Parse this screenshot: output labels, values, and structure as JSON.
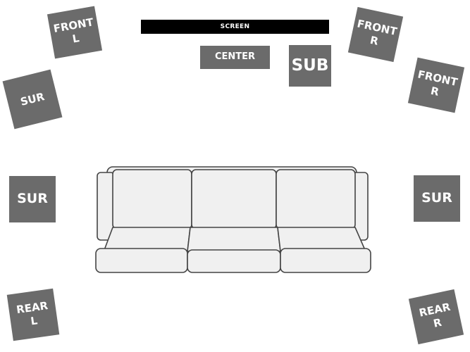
{
  "screen": {
    "label": "SCREEN"
  },
  "speakers": {
    "front_left": {
      "line1": "FRONT",
      "line2": "L"
    },
    "front_right_top": {
      "line1": "FRONT",
      "line2": "R"
    },
    "front_right": {
      "line1": "FRONT",
      "line2": "R"
    },
    "center": {
      "label": "CENTER"
    },
    "sub": {
      "label": "SUB"
    },
    "sur_upper_left": {
      "label": "SUR"
    },
    "sur_left": {
      "label": "SUR"
    },
    "sur_right": {
      "label": "SUR"
    },
    "rear_left": {
      "line1": "REAR",
      "line2": "L"
    },
    "rear_right": {
      "line1": "REAR",
      "line2": "R"
    }
  },
  "colors": {
    "speaker": "#6b6b6b",
    "screen": "#000000",
    "couch_fill": "#f0f0f0",
    "couch_stroke": "#444444"
  }
}
